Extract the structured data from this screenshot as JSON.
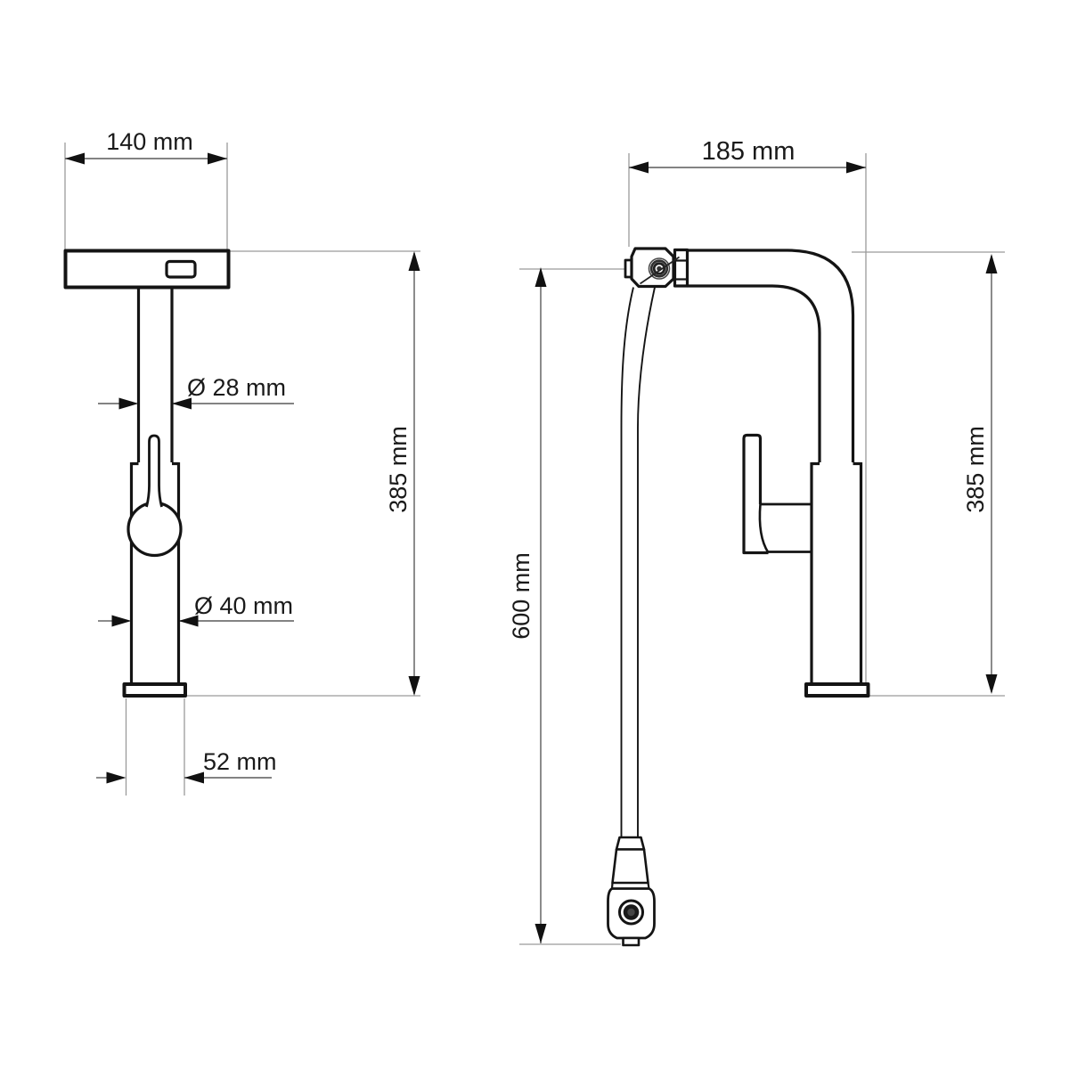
{
  "document": {
    "type": "technical dimension drawing",
    "subject": "Kitchen mixer tap with pull-out spray hose, front and side views"
  },
  "colors": {
    "bg": "#ffffff",
    "line": "#141414",
    "dim": "#5a5a5a",
    "ext": "#9a9a9a",
    "arrow": "#111111",
    "text": "#1a1a1a"
  },
  "front_view": {
    "name": "front view",
    "labels": {
      "top_width": "140 mm",
      "spout_diameter": "Ø 28 mm",
      "height": "385 mm",
      "body_diameter": "Ø 40 mm",
      "base_width": "52 mm"
    }
  },
  "side_view": {
    "name": "side view",
    "labels": {
      "spout_reach": "185 mm",
      "hose_length": "600 mm",
      "height": "385 mm"
    }
  }
}
